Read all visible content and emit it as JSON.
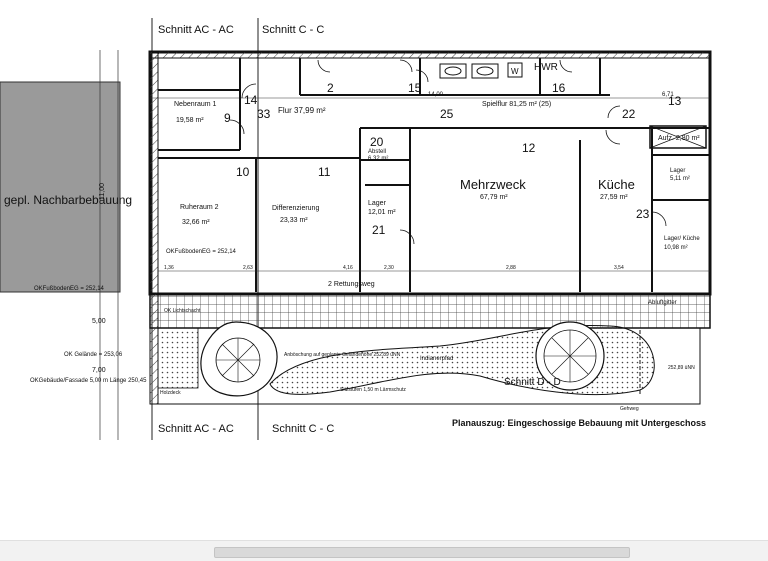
{
  "plan_title": "Planauszug: Eingeschossige Bebauung mit  Untergeschoss",
  "neighbor_label": "gepl. Nachbarbebauung",
  "sections": {
    "ac_top": "Schnitt AC - AC",
    "cc_top": "Schnitt C - C",
    "ac_bottom": "Schnitt AC - AC",
    "cc_bottom": "Schnitt C - C",
    "dd": "Schnitt D - D"
  },
  "hwr_label": "HWR",
  "rooms": {
    "nebenraum_name": "Nebenraum 1",
    "nebenraum_area": "19,58 m²",
    "flur_name": "Flur 37,99 m²",
    "spielflur_name": "Spielflur 81,25 m² (25)",
    "ruheraum_name": "Ruheraum 2",
    "ruheraum_area": "32,66 m²",
    "differenzierung_name": "Differenzierung",
    "differenzierung_area": "23,33 m²",
    "abstell_name": "Abstell",
    "abstell_area": "6,32 m²",
    "lager1_name": "Lager",
    "lager1_area": "12,01 m²",
    "mehrzweck_name": "Mehrzweck",
    "mehrzweck_area": "67,79 m²",
    "kueche_name": "Küche",
    "kueche_area": "27,59 m²",
    "lager2_name": "Lager",
    "lager2_area": "5,11 m²",
    "lagerkueche_name": "Lager/ Küche",
    "lagerkueche_area": "10,98 m²",
    "aufzug_name": "Aufz. 2,80 m²"
  },
  "numbers": {
    "n2": "2",
    "n9": "9",
    "n10": "10",
    "n11": "11",
    "n12": "12",
    "n13": "13",
    "n14": "14",
    "n15": "15",
    "n16": "16",
    "n20": "20",
    "n21": "21",
    "n22": "22",
    "n23": "23",
    "n25": "25",
    "n33": "33"
  },
  "annotations": {
    "rettungsweg": "2 Rettungsweg",
    "abluftgitter": "Abluftgitter",
    "indianerpfad": "Indianerpfad",
    "ok_lichtschacht": "OK Lichtschacht",
    "ok_fussboden": "OKFußbodenEG = 252,14",
    "ok_nachbar": "OKFußbodenEG = 252,14",
    "ok_gelaende": "OK Gelände = 253,06",
    "ok_gebaeude": "OKGebäude/Fassade 5,00 m Länge 250,45",
    "gehweg_rechts": "252,89 üNN",
    "gehweg_unten": "Gehweg",
    "boeschung": "Anböschung auf geplante Geländehöhe 252,89 üNN",
    "sitzstufen": "Sitzstufen 1,50 m Lärmschutz",
    "holzdeck": "Holzdeck"
  },
  "dimensions": {
    "d500": "5,00",
    "d700": "7,00",
    "d1100": "11,00",
    "top_6": "6,71",
    "top_14": "14,00",
    "mid_1": "1,36",
    "mid_2": "2,63",
    "mid_3": "4,16",
    "mid_4": "2,30",
    "mid_5": "3,54",
    "mid_6": "2,88"
  }
}
